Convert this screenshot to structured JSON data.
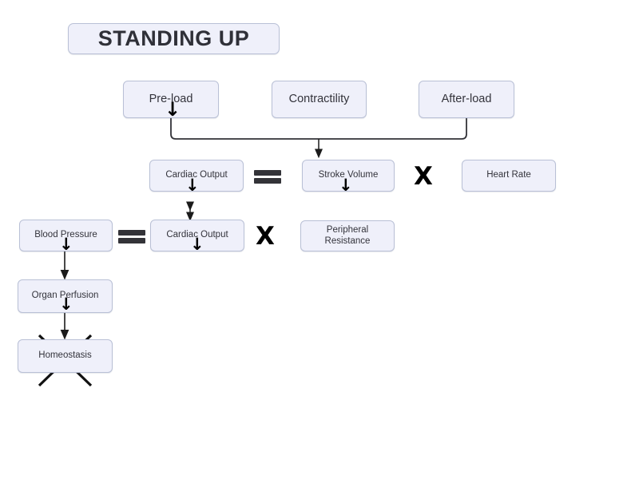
{
  "title": {
    "text": "STANDING UP"
  },
  "diagram": {
    "type": "flowchart",
    "description": "Physiological cascade on standing up",
    "box_fill": "#eff0fa",
    "box_border": "#b9c0d6",
    "arrow_color": "#000000",
    "connector_color": "#333338",
    "nodes": {
      "preload": {
        "label": "Pre-load",
        "trend": "down"
      },
      "contractility": {
        "label": "Contractility",
        "trend": "none"
      },
      "afterload": {
        "label": "After-load",
        "trend": "none"
      },
      "cardiac_output_1": {
        "label": "Cardiac Output",
        "trend": "down"
      },
      "stroke_volume": {
        "label": "Stroke Volume",
        "trend": "down"
      },
      "heart_rate": {
        "label": "Heart Rate",
        "trend": "none"
      },
      "blood_pressure": {
        "label": "Blood Pressure",
        "trend": "down"
      },
      "cardiac_output_2": {
        "label": "Cardiac Output",
        "trend": "down"
      },
      "peripheral_resistance": {
        "label": "Peripheral\nResistance",
        "trend": "none"
      },
      "organ_perfusion": {
        "label": "Organ Perfusion",
        "trend": "down"
      },
      "homeostasis": {
        "label": "Homeostasis",
        "trend": "none",
        "crossed_out": true
      }
    },
    "operators": {
      "equals_1": "=",
      "times_1": "X",
      "equals_2": "=",
      "times_2": "X"
    },
    "arrow_glyphs": {
      "down": "↓",
      "updown": "↕"
    },
    "equations": [
      "Cardiac Output = Stroke Volume x Heart Rate",
      "Blood Pressure = Cardiac Output x Peripheral Resistance"
    ],
    "connections": [
      {
        "from": "preload",
        "to": "stroke_volume",
        "style": "bracket-merge"
      },
      {
        "from": "afterload",
        "to": "stroke_volume",
        "style": "bracket-merge"
      },
      {
        "from": "cardiac_output_1",
        "to": "cardiac_output_2",
        "style": "double-headed"
      },
      {
        "from": "blood_pressure",
        "to": "organ_perfusion",
        "style": "arrow"
      },
      {
        "from": "organ_perfusion",
        "to": "homeostasis",
        "style": "arrow"
      }
    ]
  }
}
